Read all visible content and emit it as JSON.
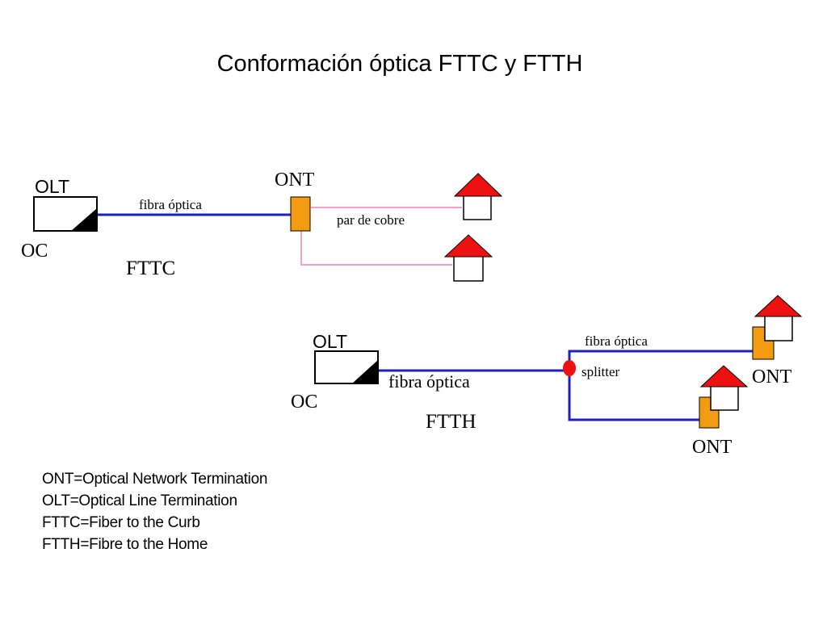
{
  "title": "Conformación óptica FTTC y FTTH",
  "colors": {
    "fiber": "#1f1fbf",
    "copper": "#f2a0c8",
    "ont": "#f39c12",
    "roof": "#ee1111",
    "splitter": "#ee1111"
  },
  "fttc": {
    "olt_label": "OLT",
    "oc_label": "OC",
    "ont_label": "ONT",
    "fiber_label": "fibra óptica",
    "copper_label": "par de cobre",
    "section_label": "FTTC"
  },
  "ftth": {
    "olt_label": "OLT",
    "oc_label": "OC",
    "fiber_label_main": "fibra óptica",
    "fiber_label_branch": "fibra óptica",
    "splitter_label": "splitter",
    "ont_label_upper": "ONT",
    "ont_label_lower": "ONT",
    "section_label": "FTTH"
  },
  "legend": [
    "ONT=Optical Network Termination",
    "OLT=Optical Line Termination",
    "FTTC=Fiber to the Curb",
    "FTTH=Fibre to the Home"
  ]
}
